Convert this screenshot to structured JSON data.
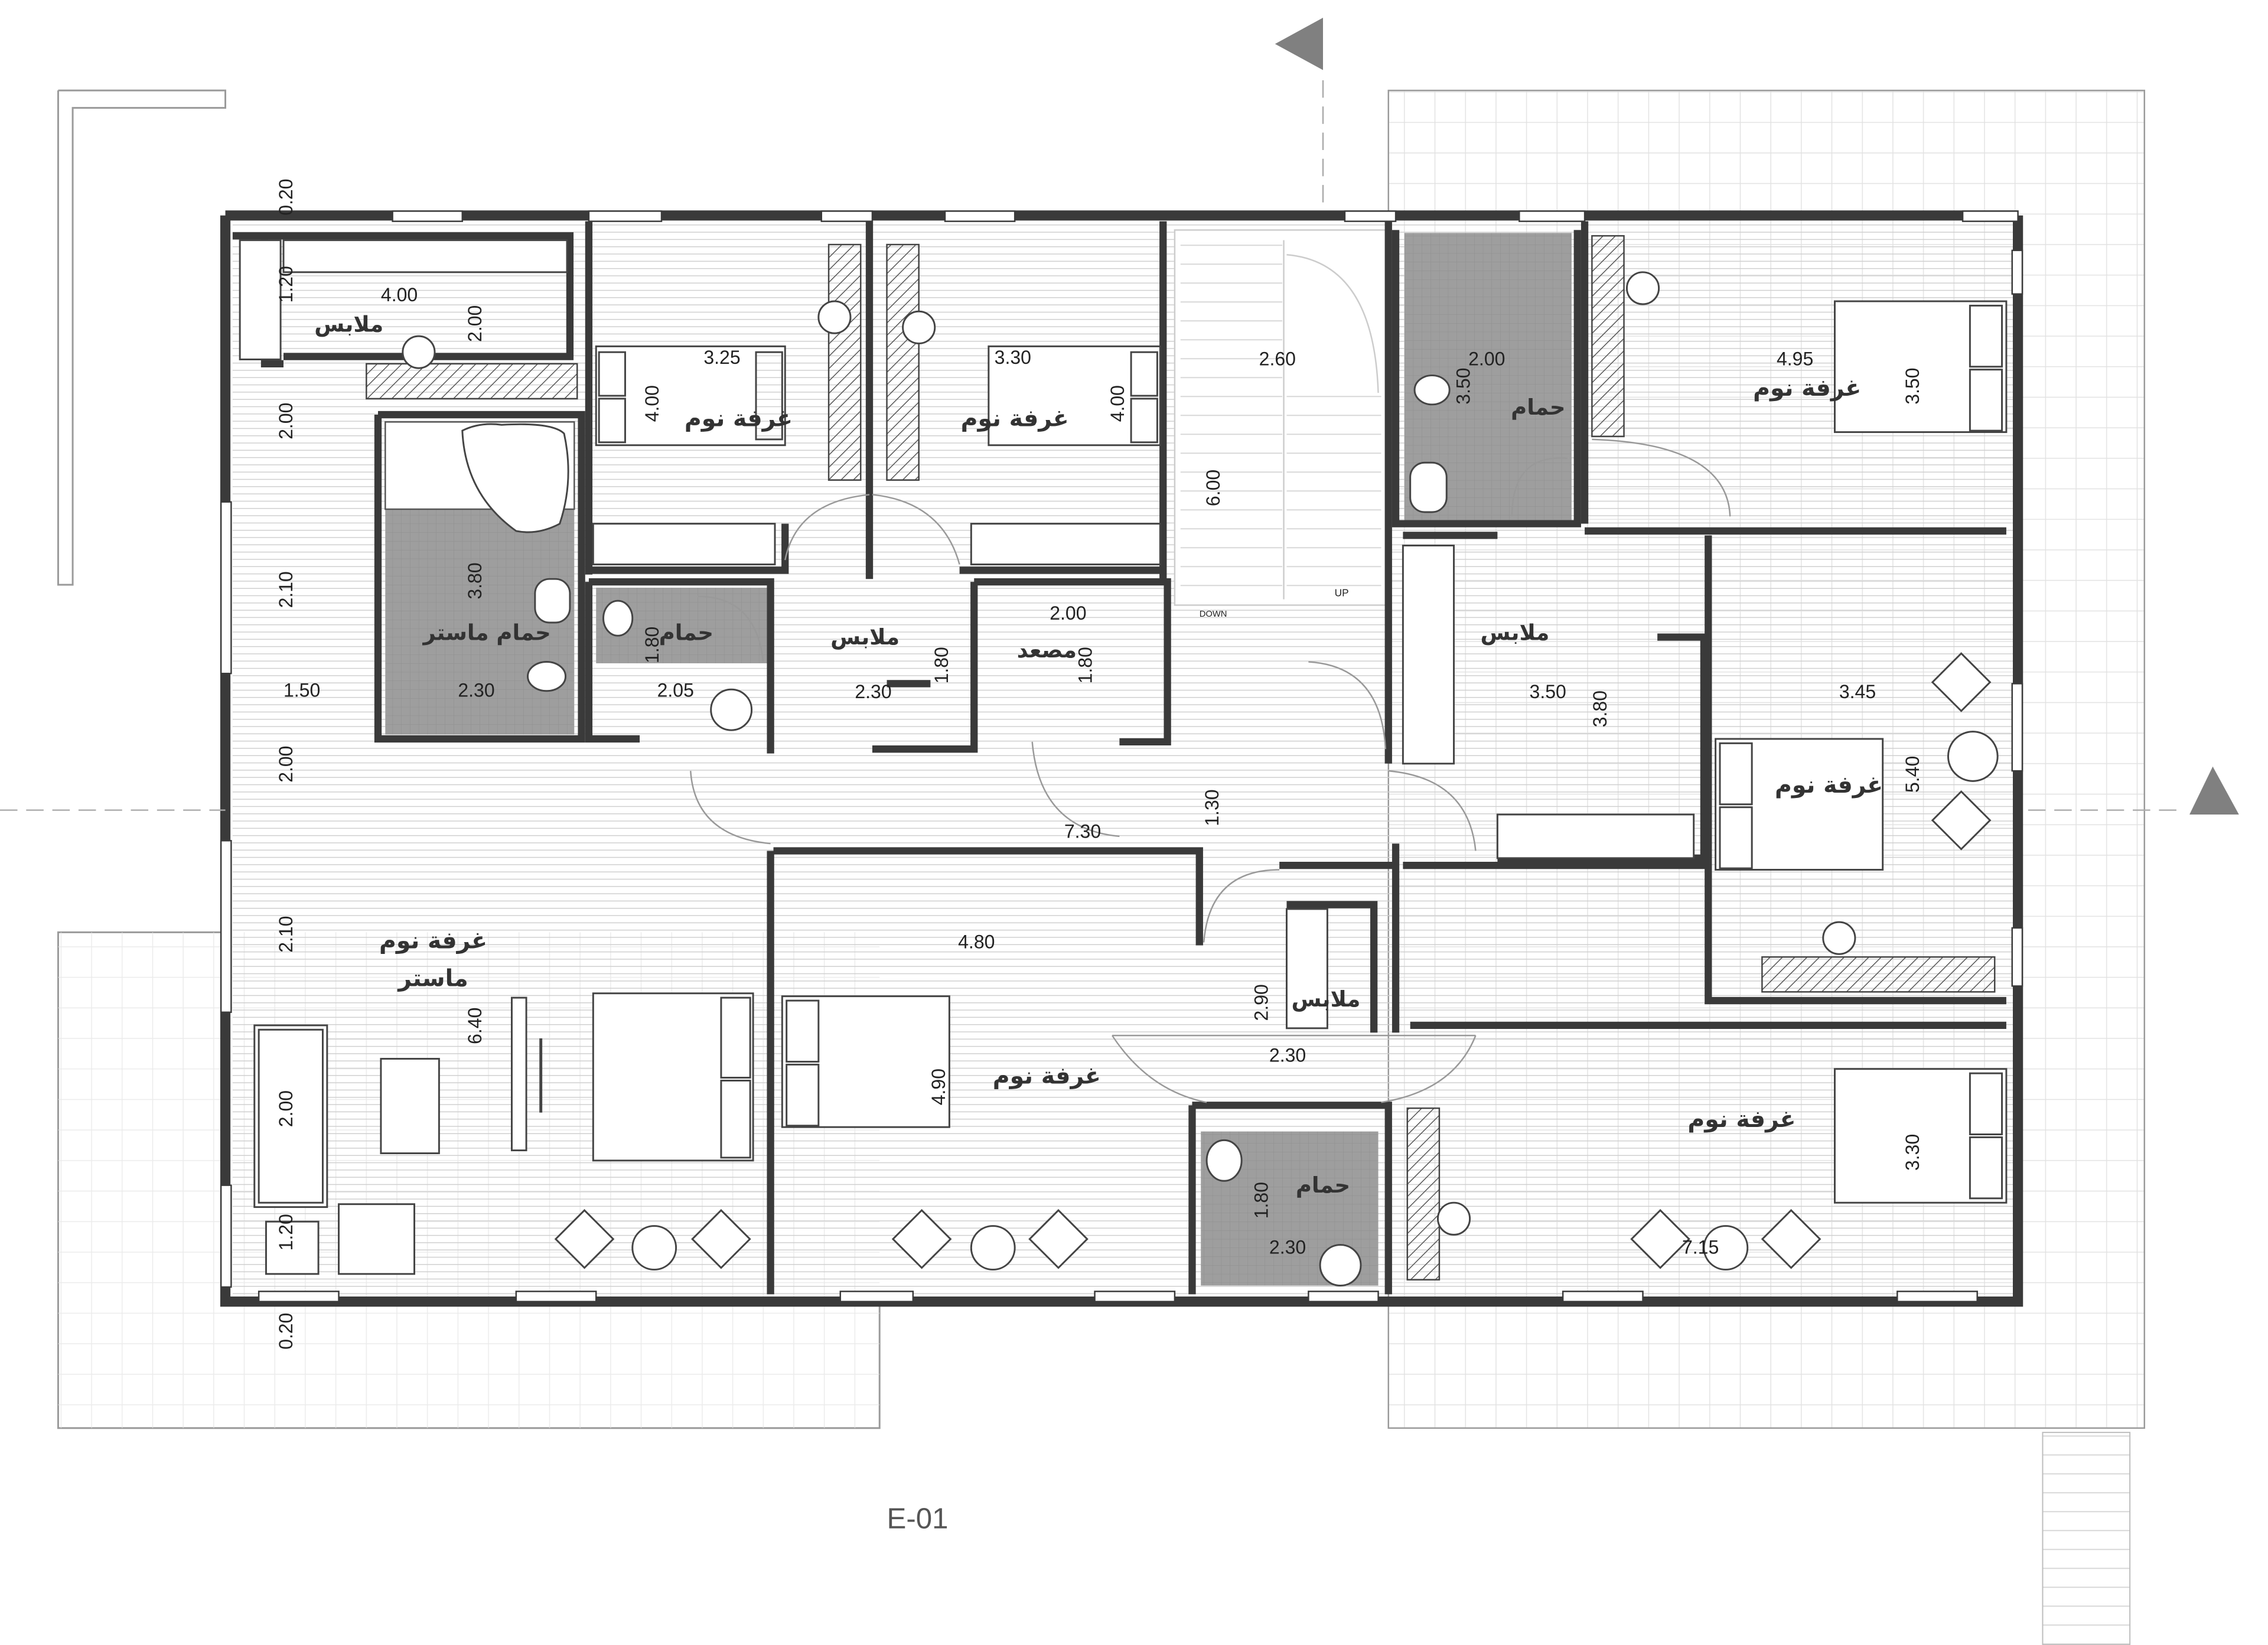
{
  "sheet_label": "E-01",
  "rooms": {
    "closet_nw": "ملابس",
    "master_bath": "حمام ماستر",
    "bath_a": "حمام",
    "bedroom_a": "غرفة نوم",
    "bedroom_b": "غرفة نوم",
    "closet_mid": "ملابس",
    "elevator": "مصعد",
    "bath_b": "حمام",
    "bedroom_ne": "غرفة نوم",
    "closet_ne": "ملابس",
    "bedroom_e": "غرفة نوم",
    "master_bedroom_line1": "غرفة نوم",
    "master_bedroom_line2": "ماستر",
    "bedroom_s": "غرفة نوم",
    "closet_s": "ملابس",
    "bath_c": "حمام",
    "bedroom_se": "غرفة نوم"
  },
  "dims": {
    "d_020_top": "0.20",
    "d_120_top": "1.20",
    "d_200_a": "2.00",
    "d_210_a": "2.10",
    "d_150": "1.50",
    "d_200_b": "2.00",
    "d_210_b": "2.10",
    "d_200_c": "2.00",
    "d_120_bot": "1.20",
    "d_020_bot": "0.20",
    "closet_w": "4.00",
    "closet_h": "2.00",
    "master_bath_h": "3.80",
    "master_bath_w": "2.30",
    "bath_a_h": "1.80",
    "bath_a_w": "2.05",
    "bed_a_w": "3.25",
    "bed_a_h": "4.00",
    "bed_b_w": "3.30",
    "bed_b_h": "4.00",
    "closet_mid_w": "2.30",
    "closet_mid_h": "1.80",
    "elev_w": "2.00",
    "elev_h": "1.80",
    "stair_w": "2.60",
    "stair_h": "6.00",
    "bath_b_w": "2.00",
    "bath_b_h": "3.50",
    "bed_ne_w": "4.95",
    "bed_ne_h": "3.50",
    "closet_ne_w": "3.50",
    "closet_ne_h": "3.80",
    "bed_e_w": "3.45",
    "bed_e_h": "5.40",
    "corridor_w": "7.30",
    "corridor_h": "1.30",
    "master_bed_h": "6.40",
    "bed_s_w": "4.80",
    "bed_s_h": "4.90",
    "closet_s_h": "2.90",
    "closet_s_w": "2.30",
    "bath_c_h": "1.80",
    "bath_c_w": "2.30",
    "bed_se_h": "3.30",
    "bed_se_w": "7.15"
  },
  "stair_labels": {
    "up": "UP",
    "down": "DOWN"
  },
  "colors": {
    "wall": "#3a3a3a",
    "wet_area": "#9e9e9e",
    "floor_line": "#cfcfcf",
    "hatch": "#555555",
    "north_arrow": "#808080"
  }
}
